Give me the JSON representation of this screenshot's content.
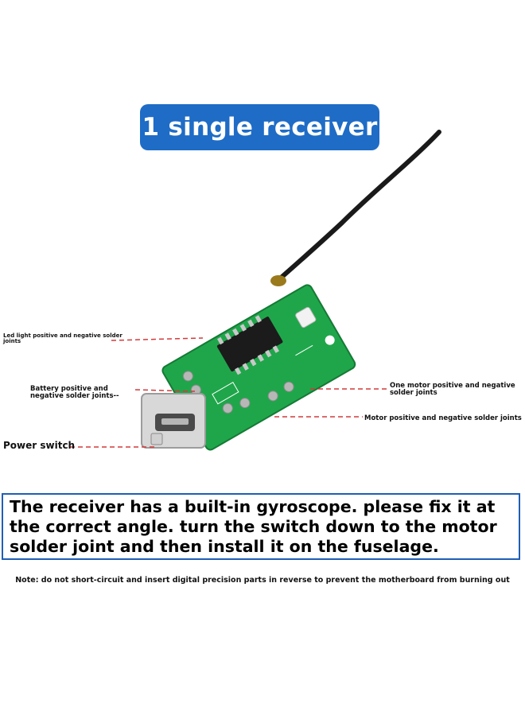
{
  "title": "1 single receiver",
  "labels": {
    "led": "Led light positive and negative solder joints",
    "battery": "Battery positive and negative solder joints--",
    "motor_one": "One motor positive and negative solder joints",
    "motor": "Motor positive and negative solder joints",
    "power_switch": "Power switch"
  },
  "description": "The receiver has a built-in gyroscope. please fix it at the correct angle. turn the switch down to the motor solder joint and then install it on the fuselage.",
  "note": "Note: do not short-circuit and insert digital precision parts in reverse to prevent the motherboard from burning out",
  "colors": {
    "title_bg": "#1e6cc6",
    "box_border": "#1f5fb5",
    "pcb": "#1fa64a",
    "leader_line": "#d23a3a"
  }
}
